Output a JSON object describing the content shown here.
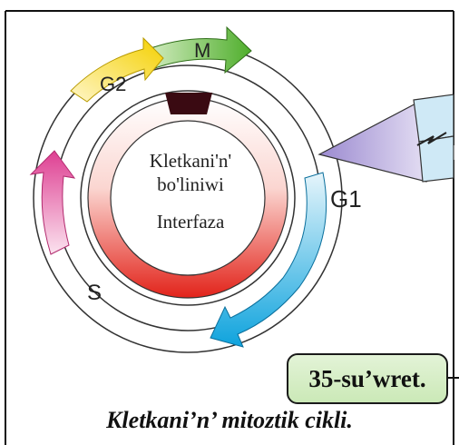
{
  "diagram": {
    "center_title_line1": "Kletkani'n'",
    "center_title_line2": "bo'liniwi",
    "center_subtitle": "Interfaza",
    "phases": [
      {
        "label": "M",
        "color": "#5db335"
      },
      {
        "label": "G2",
        "color": "#f2d21a"
      },
      {
        "label": "S",
        "color": "#e0489a"
      },
      {
        "label": "G1",
        "color": "#1aa6df"
      }
    ],
    "inner_ring_color": "#e2231a",
    "division_block_color": "#3a0a12",
    "wedge_color": "#9b8ad0"
  },
  "figure": {
    "number_label": "35-su’wret.",
    "caption": "Kletkani’n’ mitoztik cikli."
  }
}
